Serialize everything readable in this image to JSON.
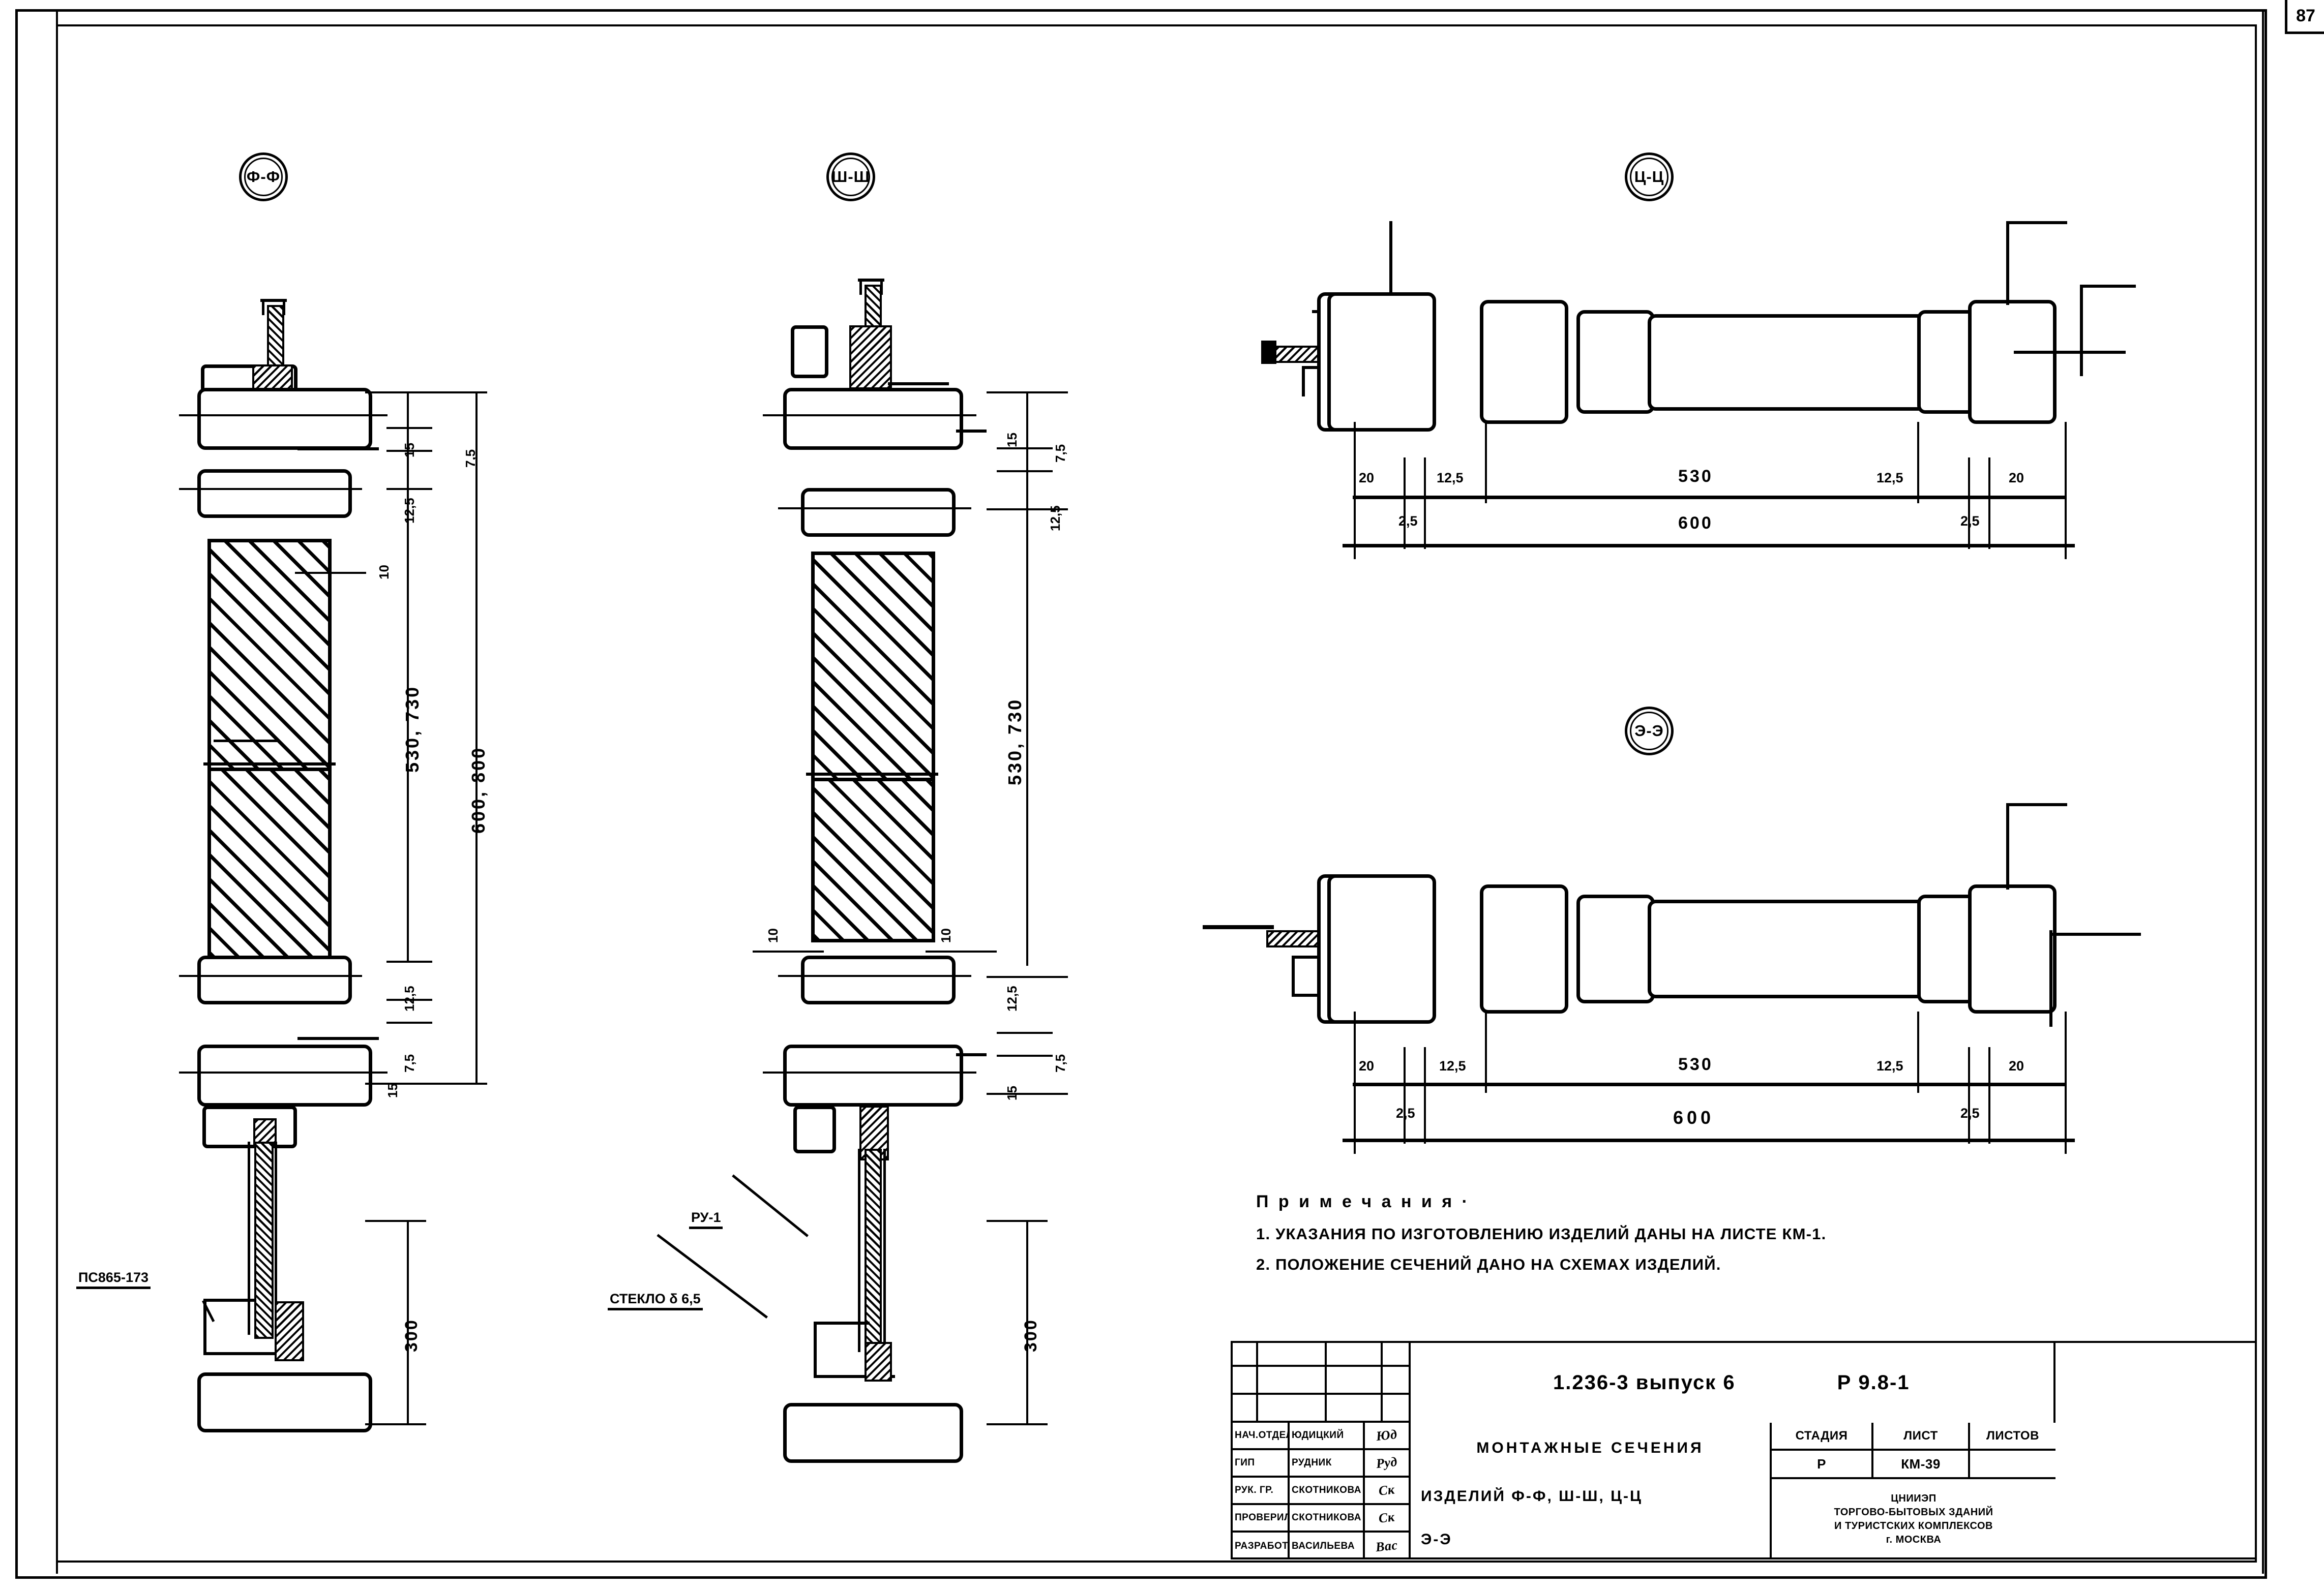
{
  "page": {
    "number": "87"
  },
  "sections": {
    "ff": {
      "label": "Ф-Ф"
    },
    "shsh": {
      "label": "Ш-Ш"
    },
    "tsts": {
      "label": "Ц-Ц"
    },
    "ee": {
      "label": "Э-Э"
    }
  },
  "dims": {
    "ff": {
      "d15a": "15",
      "d75a": "7,5",
      "d125a": "12,5",
      "d10": "10",
      "h530_730": "530, 730",
      "h600_800": "600, 800",
      "d125b": "12,5",
      "d75b": "7,5",
      "d15b": "15",
      "h300": "300"
    },
    "shsh": {
      "d15a": "15",
      "d75a": "7,5",
      "d125a": "12,5",
      "d10_left": "10",
      "d10_right": "10",
      "h530_730": "530, 730",
      "d125b": "12,5",
      "d75b": "7,5",
      "d15b": "15",
      "h300": "300"
    },
    "tsts": {
      "w20_l": "20",
      "w25_l": "2,5",
      "w125_l": "12,5",
      "w530": "530",
      "w125_r": "12,5",
      "w25_r": "2,5",
      "w20_r": "20",
      "w600": "600"
    },
    "ee": {
      "w20_l": "20",
      "w25_l": "2,5",
      "w125_l": "12,5",
      "w530": "530",
      "w125_r": "12,5",
      "w25_r": "2,5",
      "w20_r": "20",
      "w600": "600"
    }
  },
  "callouts": {
    "profile_code": "ПС865-173",
    "ru1": "РУ-1",
    "glass": "СТЕКЛО δ 6,5"
  },
  "notes": {
    "header": "П р и м е ч а н и я ·",
    "items": [
      "1. УКАЗАНИЯ  ПО  ИЗГОТОВЛЕНИЮ  ИЗДЕЛИЙ  ДАНЫ НА ЛИСТЕ КМ-1.",
      "2. ПОЛОЖЕНИЕ  СЕЧЕНИЙ  ДАНО  НА  СХЕМАХ  ИЗДЕЛИЙ."
    ]
  },
  "title_block": {
    "series": "1.236-3 выпуск 6",
    "code": "Р 9.8-1",
    "drawing_title_1": "МОНТАЖНЫЕ СЕЧЕНИЯ",
    "drawing_title_2": "ИЗДЕЛИЙ  Ф-Ф, Ш-Ш, Ц-Ц",
    "drawing_title_3": "Э-Э",
    "roles": [
      {
        "role": "НАЧ.ОТДЕЛА",
        "name": "ЮДИЦКИЙ",
        "sign": "Юд"
      },
      {
        "role": "ГИП",
        "name": "РУДНИК",
        "sign": "Руд"
      },
      {
        "role": "РУК. ГР.",
        "name": "СКОТНИКОВА",
        "sign": "Ск"
      },
      {
        "role": "ПРОВЕРИЛ",
        "name": "СКОТНИКОВА",
        "sign": "Ск"
      },
      {
        "role": "РАЗРАБОТ",
        "name": "ВАСИЛЬЕВА",
        "sign": "Вас"
      }
    ],
    "stage_hdr": "СТАДИЯ",
    "sheet_hdr": "ЛИСТ",
    "sheets_hdr": "ЛИСТОВ",
    "stage_val": "Р",
    "sheet_val": "КМ-39",
    "sheets_val": "",
    "org_1": "ЦНИИЭП",
    "org_2": "ТОРГОВО-БЫТОВЫХ ЗДАНИЙ",
    "org_3": "И ТУРИСТСКИХ КОМПЛЕКСОВ",
    "org_4": "г. МОСКВА"
  }
}
